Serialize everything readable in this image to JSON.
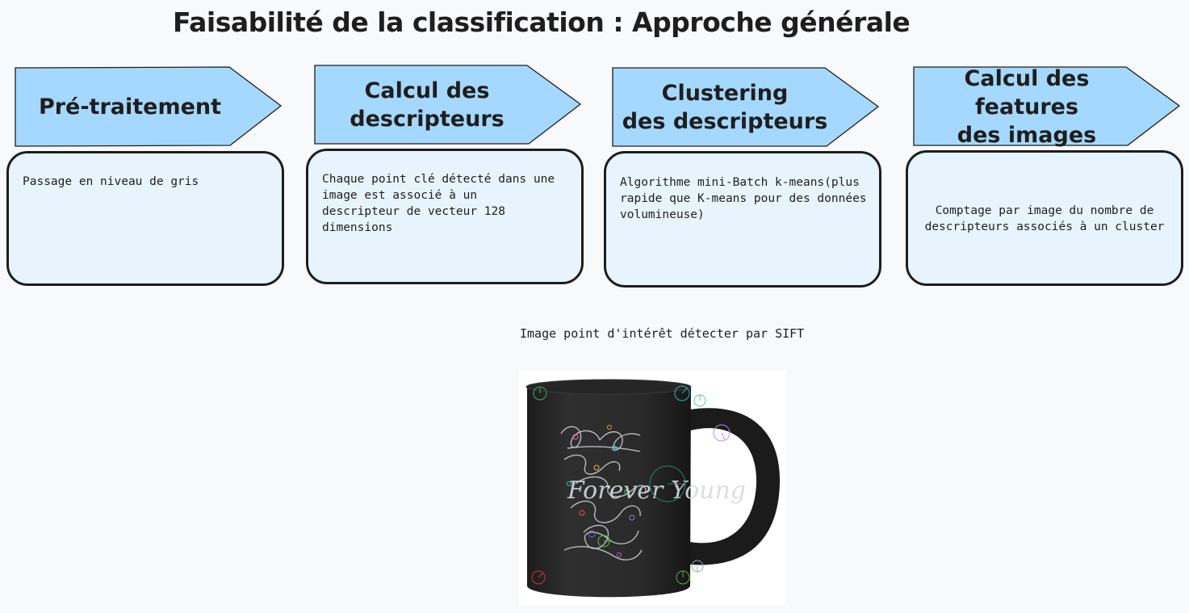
{
  "title": "Faisabilité de la classification : Approche générale",
  "steps": [
    {
      "label": "Pré-traitement",
      "description": "Passage en niveau de gris"
    },
    {
      "label": "Calcul des\ndescripteurs",
      "description": "Chaque point clé détecté dans une image est associé à un descripteur de vecteur 128 dimensions"
    },
    {
      "label": "Clustering\ndes descripteurs",
      "description": "Algorithme mini-Batch k-means(plus rapide que K-means pour des données volumineuse)"
    },
    {
      "label": "Calcul des features\ndes images",
      "description": "Comptage par image du nombre de descripteurs associés à un cluster"
    }
  ],
  "image_caption": "Image point d'intérêt détecter par SIFT",
  "image_lettering": "Forever Young",
  "colors": {
    "arrow_fill": "#a5d8ff",
    "box_fill": "#e8f4fd",
    "stroke": "#1e1e1e",
    "background": "#f8f9fb"
  }
}
